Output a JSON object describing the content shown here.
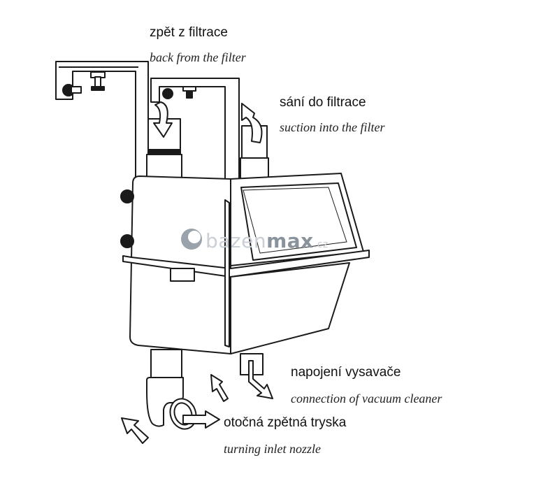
{
  "labels": {
    "back_cz": "zpět z filtrace",
    "back_en": "back from the filter",
    "suction_cz": "sání do filtrace",
    "suction_en": "suction into the filter",
    "vacuum_cz": "napojení vysavače",
    "vacuum_en": "connection of vacuum cleaner",
    "nozzle_cz": "otočná zpětná tryska",
    "nozzle_en": "turning inlet nozzle"
  },
  "watermark": {
    "light": "bazen",
    "dark": "max",
    "tail": ".cz"
  },
  "colors": {
    "line": "#1a1a1a",
    "fill": "#ffffff",
    "watermark_light": "#c9cfd6",
    "watermark_dark": "#8a929b"
  }
}
